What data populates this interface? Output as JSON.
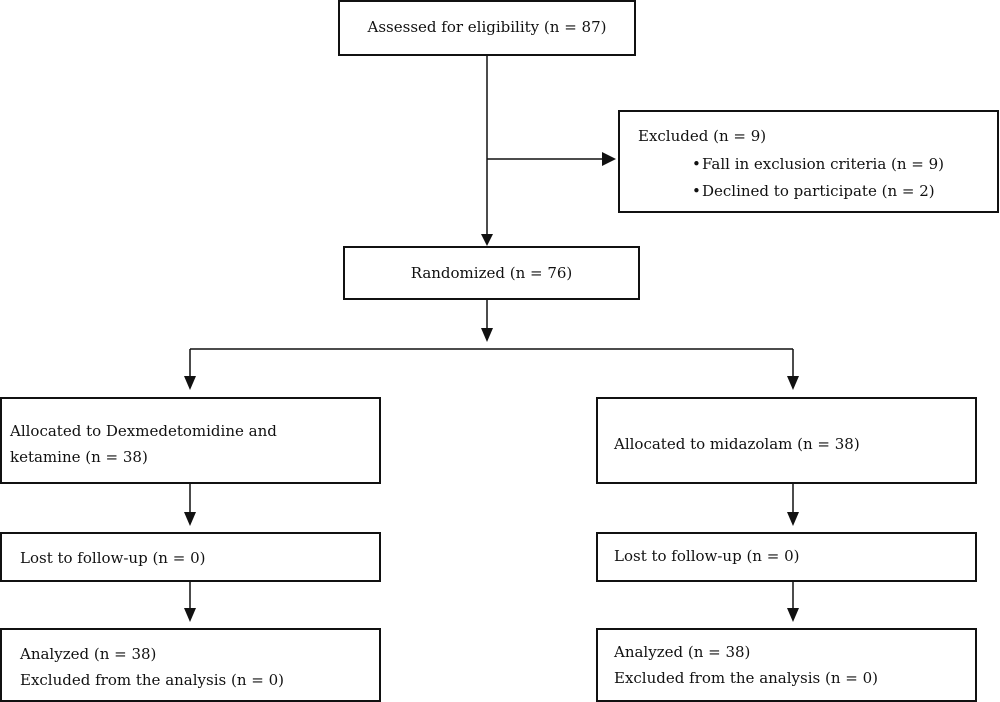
{
  "flow": {
    "assessed": "Assessed for eligibility (n = 87)",
    "excluded": {
      "title": "Excluded (n = 9)",
      "bullets": [
        "Fall in exclusion criteria (n = 9)",
        "Declined to participate (n = 2)"
      ]
    },
    "randomized": "Randomized (n = 76)",
    "left_group": {
      "allocated_line1": "Allocated to Dexmedetomidine and",
      "allocated_line2": "ketamine (n = 38)",
      "lost": "Lost to follow-up (n = 0)",
      "analyzed": "Analyzed (n = 38)",
      "excluded_analysis": "Excluded from the analysis (n = 0)"
    },
    "right_group": {
      "allocated": "Allocated to midazolam (n = 38)",
      "lost": "Lost to follow-up (n = 0)",
      "analyzed": "Analyzed (n = 38)",
      "excluded_analysis": "Excluded from the analysis (n = 0)"
    }
  }
}
